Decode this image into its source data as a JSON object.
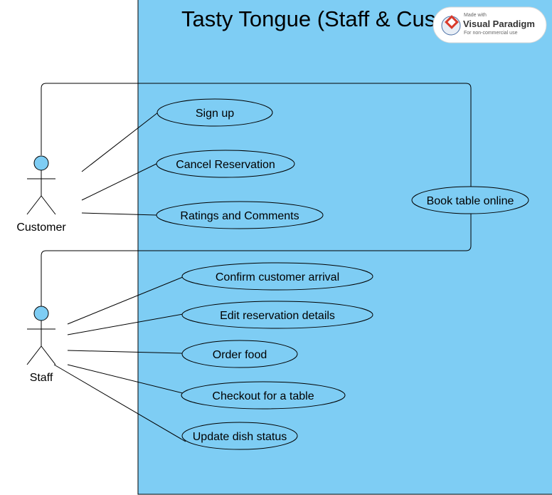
{
  "system": {
    "title": "Tasty Tongue (Staff & Cus"
  },
  "actors": {
    "customer": "Customer",
    "staff": "Staff"
  },
  "use_cases": {
    "sign_up": "Sign up",
    "cancel_reservation": "Cancel Reservation",
    "ratings_comments": "Ratings and Comments",
    "book_table_online": "Book table online",
    "confirm_arrival": "Confirm customer arrival",
    "edit_reservation": "Edit reservation details",
    "order_food": "Order food",
    "checkout_table": "Checkout for a table",
    "update_dish_status": "Update dish status"
  },
  "watermark": {
    "made_with": "Made with",
    "brand": "Visual Paradigm",
    "license": "For non-commercial use"
  },
  "colors": {
    "system_fill": "#7ecdf4",
    "actor_head": "#7ecdf4",
    "use_case_fill": "#7ecdf4",
    "line": "#000000"
  }
}
